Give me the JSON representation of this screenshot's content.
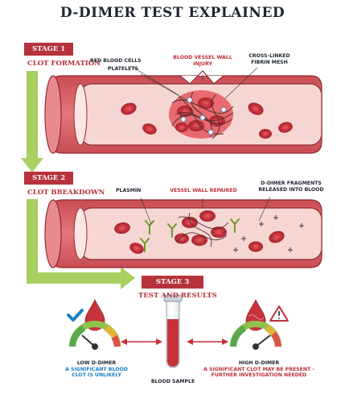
{
  "title": "D-DIMER TEST EXPLAINED",
  "stage1": {
    "tag": "STAGE 1",
    "subtitle": "CLOT FORMATION"
  },
  "stage2": {
    "tag": "STAGE 2",
    "subtitle": "CLOT BREAKDOWN"
  },
  "stage3": {
    "tag": "STAGE 3",
    "subtitle": "TEST AND RESULTS"
  },
  "labels": {
    "red_blood_cells": "RED BLOOD CELLS",
    "platelets": "PLATELETS",
    "vessel_wall_injury_line1": "BLOOD VESSEL WALL",
    "vessel_wall_injury_line2": "INJURY",
    "fibrin_line1": "CROSS-LINKED",
    "fibrin_line2": "FIBRIN MESH",
    "plasmin": "PLASMIN",
    "vessel_wall_repaired": "VESSEL WALL REPAIRED",
    "fragments_line1": "D-DIMER FRAGMENTS",
    "fragments_line2": "RELEASED INTO BLOOD",
    "low_title": "LOW D-DIMER",
    "low_line1": "A SIGNIFICANT BLOOD",
    "low_line2": "CLOT IS UNLIKELY",
    "blood_sample": "BLOOD SAMPLE",
    "high_title": "HIGH D-DIMER",
    "high_line1": "A SIGNIFICANT CLOT MAY BE PRESENT -",
    "high_line2": "FURTHER INVESTIGATION NEEDED"
  },
  "colors": {
    "accent_red": "#b7333c",
    "vessel_outer": "#d9646a",
    "vessel_inner": "#f6d6d3",
    "rbc": "#c8323b",
    "arrow_green": "#a9cf63",
    "check_blue": "#1a7fc8"
  },
  "icons": [
    "checkmark-icon",
    "warning-icon",
    "blood-drop-icon",
    "gauge-icon",
    "test-tube-icon",
    "double-arrow-icon"
  ]
}
